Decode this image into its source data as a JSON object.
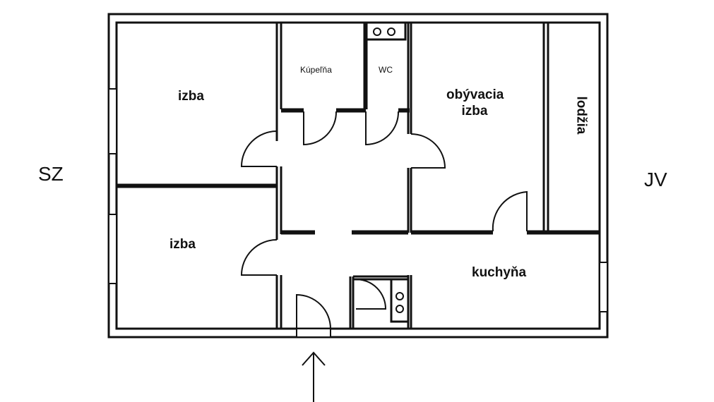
{
  "compass": {
    "left": "SZ",
    "right": "JV"
  },
  "rooms": {
    "bedroom_top": "izba",
    "bedroom_bottom": "izba",
    "bathroom": "Kúpeľňa",
    "wc": "WC",
    "living_line1": "obývacia",
    "living_line2": "izba",
    "loggia": "lodžia",
    "kitchen": "kuchyňa"
  },
  "entrance_arrow_icon": "arrow-up-icon"
}
